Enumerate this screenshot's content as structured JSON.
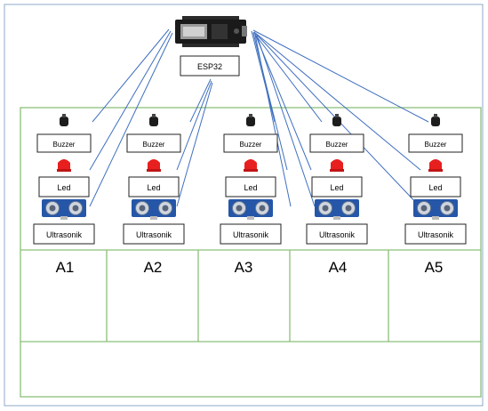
{
  "controller": {
    "label": "ESP32"
  },
  "slots": [
    {
      "name": "A1",
      "buzzer": "Buzzer",
      "led": "Led",
      "sensor": "Ultrasonik"
    },
    {
      "name": "A2",
      "buzzer": "Buzzer",
      "led": "Led",
      "sensor": "Ultrasonik"
    },
    {
      "name": "A3",
      "buzzer": "Buzzer",
      "led": "Led",
      "sensor": "Ultrasonik"
    },
    {
      "name": "A4",
      "buzzer": "Buzzer",
      "led": "Led",
      "sensor": "Ultrasonik"
    },
    {
      "name": "A5",
      "buzzer": "Buzzer",
      "led": "Led",
      "sensor": "Ultrasonik"
    }
  ],
  "colors": {
    "outer_border": "#8ea9c9",
    "green_border": "#8cc07a",
    "wire": "#3f6fbf",
    "led": "#e81f1f",
    "sensor_body": "#2556a8",
    "board": "#1a1a1a"
  }
}
